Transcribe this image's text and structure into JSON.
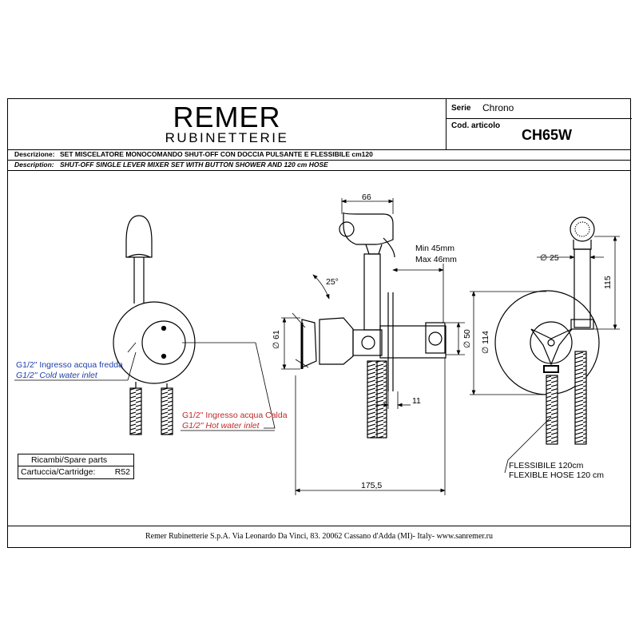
{
  "header": {
    "brand": "REMER",
    "brand_sub": "RUBINETTERIE",
    "series_label": "Serie",
    "series_value": "Chrono",
    "code_label": "Cod. articolo",
    "code_value": "CH65W"
  },
  "description": {
    "it_label": "Descrizione:",
    "it_text": "SET MISCELATORE MONOCOMANDO SHUT-OFF CON DOCCIA PULSANTE E FLESSIBILE cm120",
    "en_label": "Description:",
    "en_text": "SHUT-OFF SINGLE LEVER MIXER SET WITH BUTTON SHOWER AND 120 cm HOSE"
  },
  "annotations": {
    "cold_it": "G1/2\" Ingresso acqua fredda",
    "cold_en": "G1/2\" Cold water inlet",
    "hot_it": "G1/2\" Ingresso acqua Calda",
    "hot_en": "G1/2\" Hot water inlet",
    "hose_it": "FLESSIBILE 120cm",
    "hose_en": "FLEXIBLE HOSE 120 cm"
  },
  "spare": {
    "title": "Ricambi/Spare parts",
    "cartridge_label": "Cartuccia/Cartridge:",
    "cartridge_value": "R52"
  },
  "dimensions": {
    "width_top": "66",
    "min_depth": "Min 45mm",
    "max_depth": "Max 46mm",
    "angle": "25°",
    "dia_61": "∅ 61",
    "dia_50": "∅ 50",
    "dia_114": "∅ 114",
    "dim_11": "11",
    "dim_175": "175,5",
    "dia_25": "∅ 25",
    "dim_115": "115"
  },
  "footer": {
    "text": "Remer Rubinetterie S.p.A. Via Leonardo Da Vinci, 83. 20062 Cassano d'Adda (MI)- Italy- www.sanremer.ru"
  },
  "colors": {
    "cold": "#1f3fa8",
    "hot": "#c0282a"
  }
}
